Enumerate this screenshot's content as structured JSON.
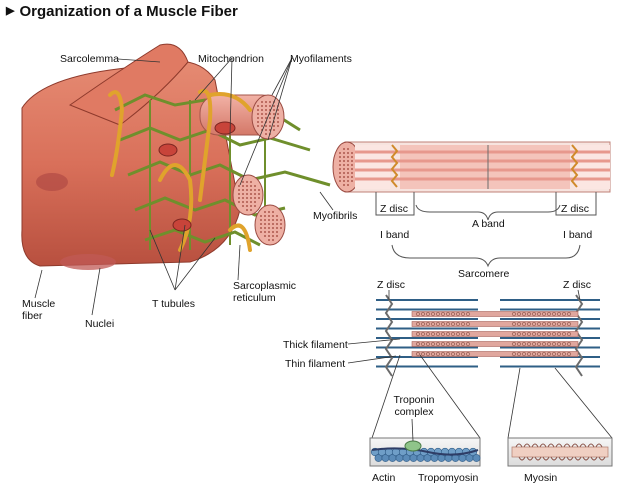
{
  "title": "Organization of a Muscle Fiber",
  "labels": {
    "sarcolemma": "Sarcolemma",
    "mitochondrion": "Mitochondrion",
    "myofilaments": "Myofilaments",
    "myofibrils": "Myofibrils",
    "muscle_fiber": "Muscle fiber",
    "nuclei": "Nuclei",
    "t_tubules": "T tubules",
    "sarcoplasmic_reticulum": "Sarcoplasmic reticulum",
    "z_disc_left": "Z disc",
    "z_disc_right": "Z disc",
    "a_band": "A band",
    "i_band_left": "I band",
    "i_band_right": "I band",
    "sarcomere": "Sarcomere",
    "z_disc_lower_left": "Z disc",
    "z_disc_lower_right": "Z disc",
    "thick_filament": "Thick filament",
    "thin_filament": "Thin filament",
    "troponin_complex": "Troponin complex",
    "actin": "Actin",
    "tropomyosin": "Tropomyosin",
    "myosin": "Myosin"
  },
  "colors": {
    "fiber": "#d9705a",
    "fiber_dark": "#b24a3a",
    "sr": "#7fa23a",
    "t_tubule": "#e8b13a",
    "myofibril": "#e99a8e",
    "thin": "#2f5f86",
    "thick": "#d98a80",
    "actin": "#6f9ec7",
    "tropomyosin": "#2e3d66",
    "troponin": "#8fc48a",
    "myosin": "#e9b7a5"
  }
}
